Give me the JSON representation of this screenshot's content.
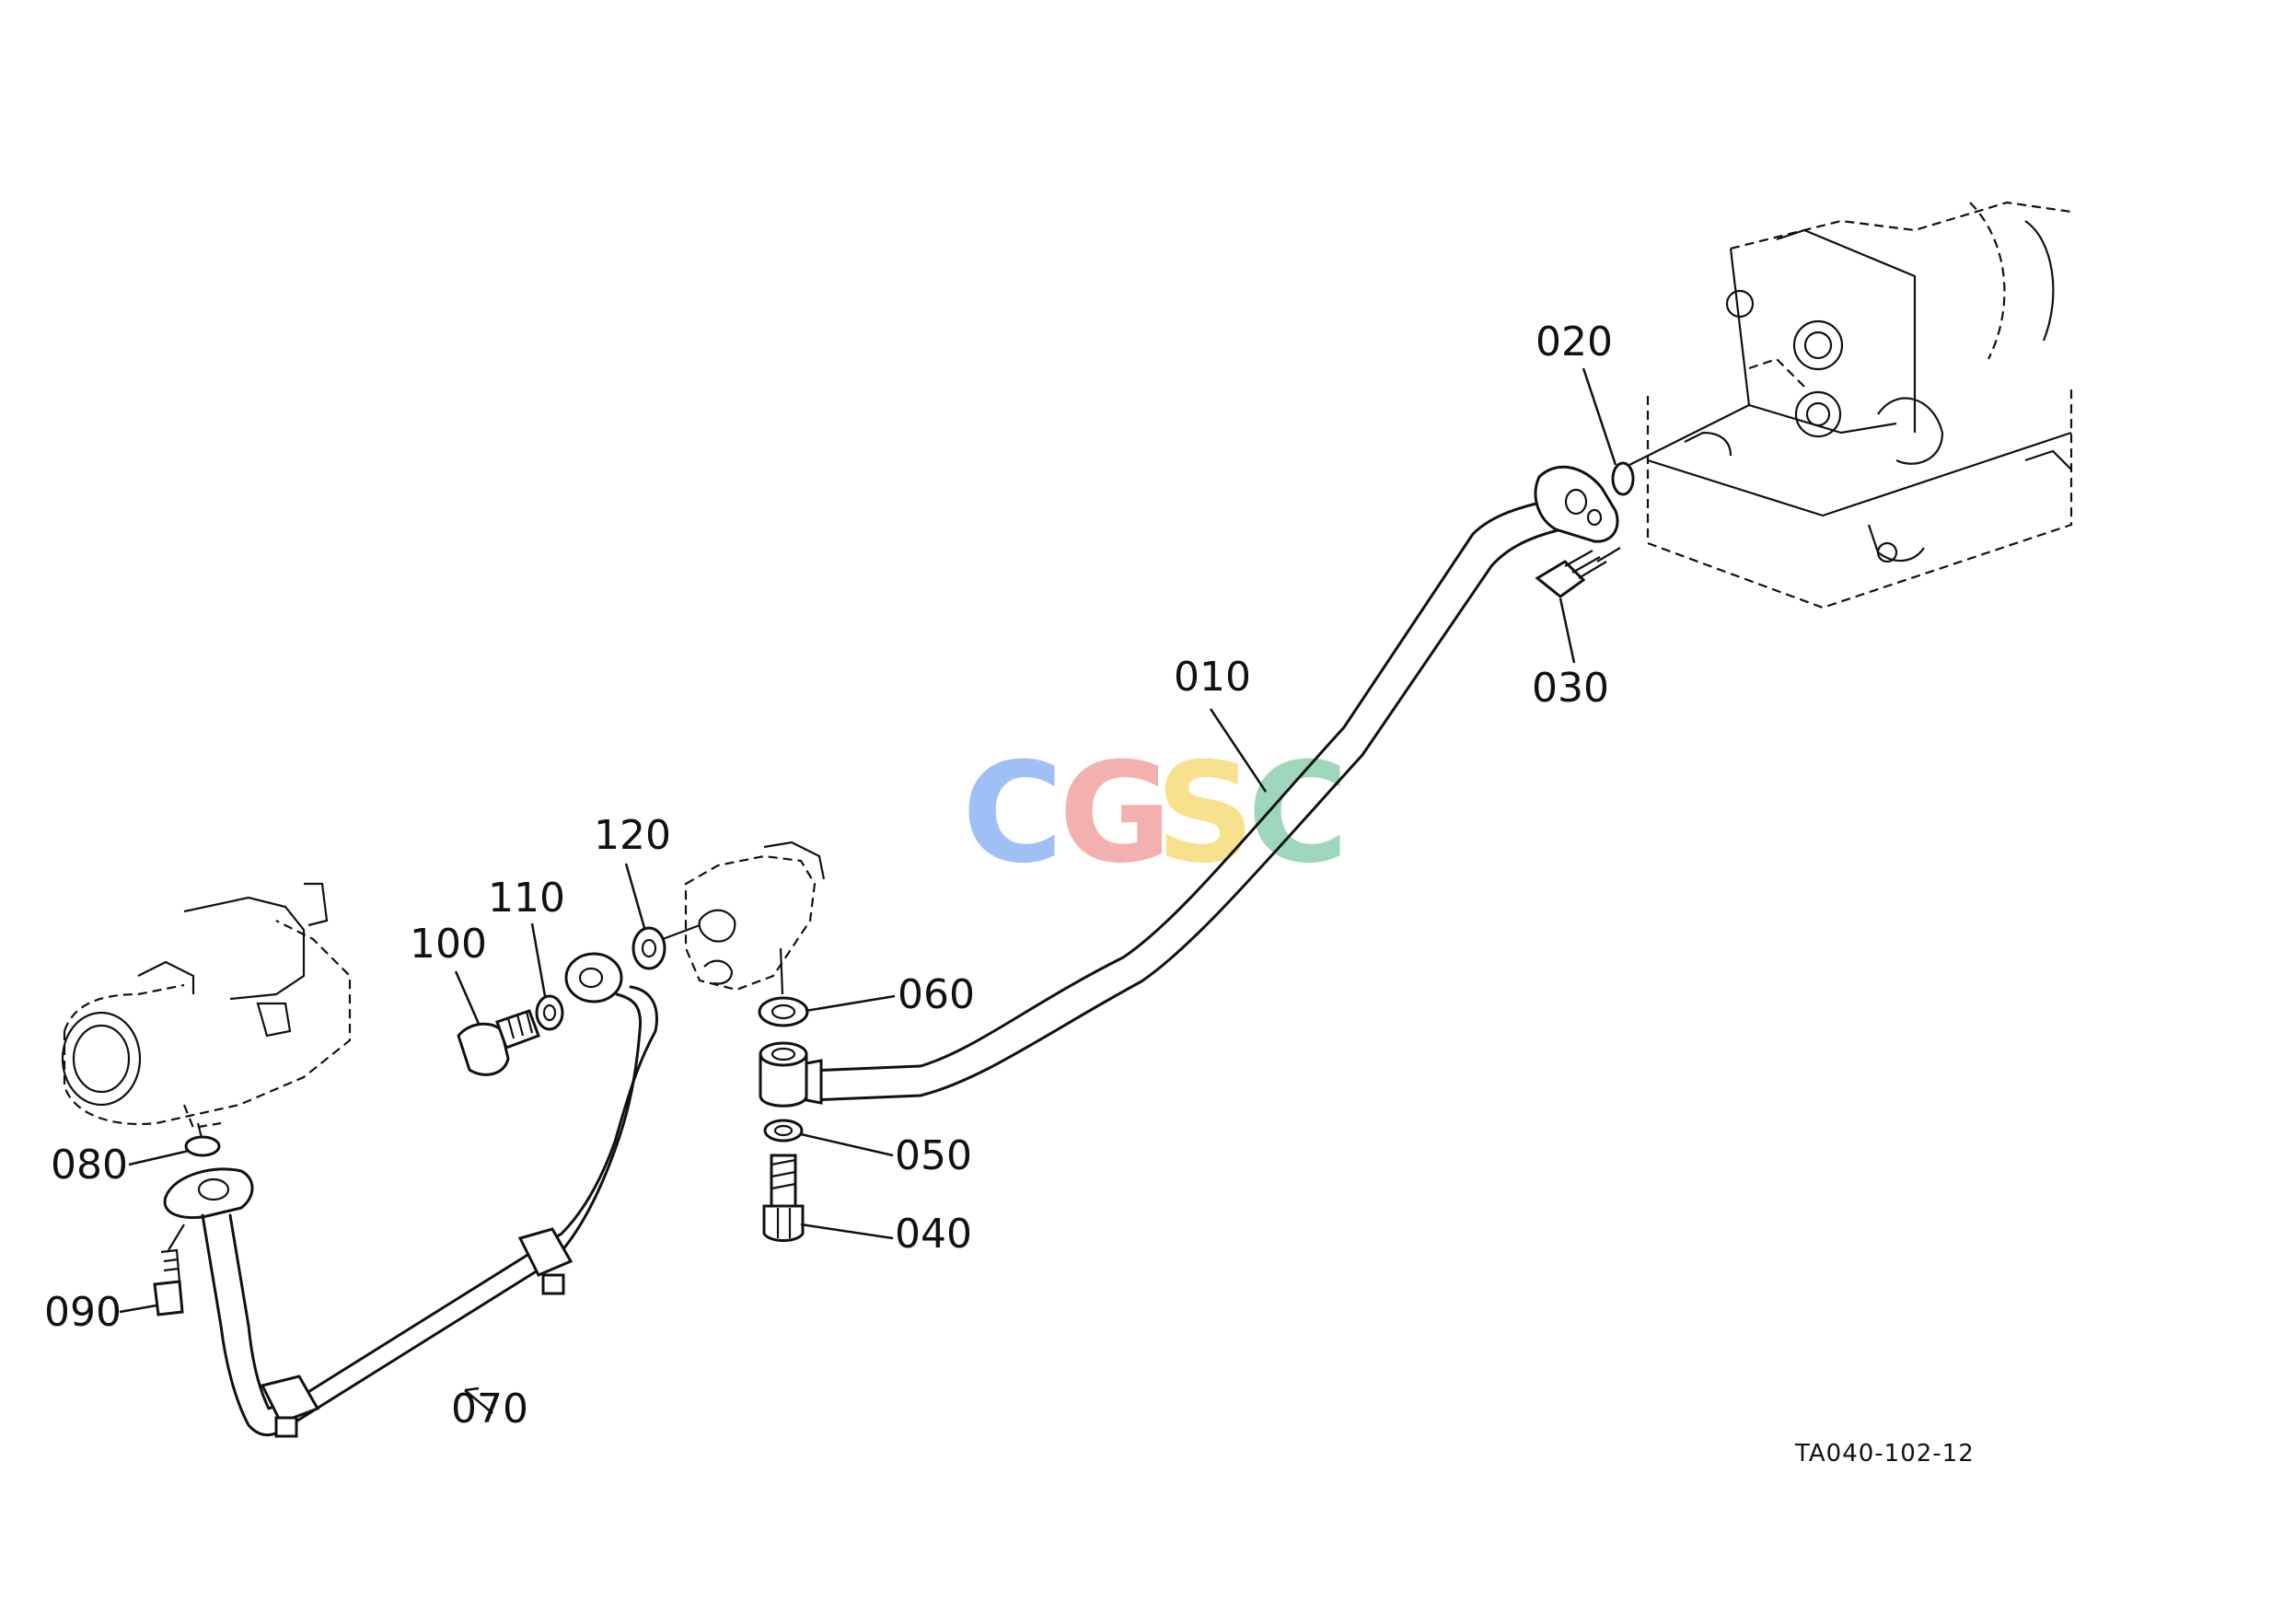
{
  "diagram": {
    "reference_code": "TA040-102-12",
    "watermark": {
      "letters": [
        "C",
        "G",
        "S",
        "C"
      ],
      "colors": [
        "#8fb4f5",
        "#f2a3a0",
        "#f7dc7a",
        "#8ecfb0"
      ]
    },
    "callouts": [
      {
        "id": "010",
        "text": "010"
      },
      {
        "id": "020",
        "text": "020"
      },
      {
        "id": "030",
        "text": "030"
      },
      {
        "id": "040",
        "text": "040"
      },
      {
        "id": "050",
        "text": "050"
      },
      {
        "id": "060",
        "text": "060"
      },
      {
        "id": "070",
        "text": "070"
      },
      {
        "id": "080",
        "text": "080"
      },
      {
        "id": "090",
        "text": "090"
      },
      {
        "id": "100",
        "text": "100"
      },
      {
        "id": "110",
        "text": "110"
      },
      {
        "id": "120",
        "text": "120"
      }
    ]
  }
}
